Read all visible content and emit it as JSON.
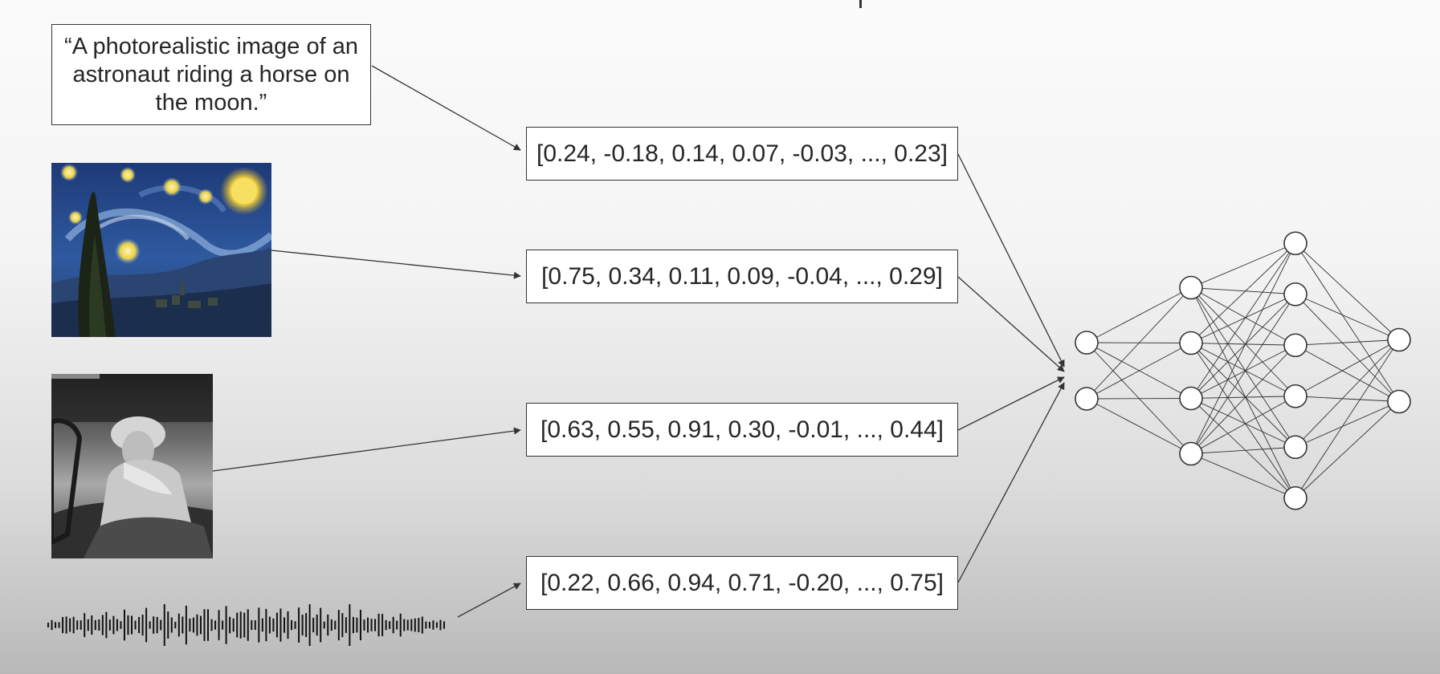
{
  "prompt": {
    "text": "“A photorealistic image of an astronaut riding a horse on the moon.”"
  },
  "embeddings": [
    "[0.24, -0.18, 0.14, 0.07, -0.03, ..., 0.23]",
    "[0.75, 0.34, 0.11, 0.09, -0.04, ..., 0.29]",
    "[0.63, 0.55, 0.91, 0.30, -0.01, ..., 0.44]",
    "[0.22, 0.66, 0.94, 0.71, -0.20, ..., 0.75]"
  ],
  "neural_network": {
    "layers": [
      2,
      4,
      6,
      2
    ]
  },
  "colors": {
    "stroke": "#333333",
    "box_fill": "#ffffff"
  }
}
